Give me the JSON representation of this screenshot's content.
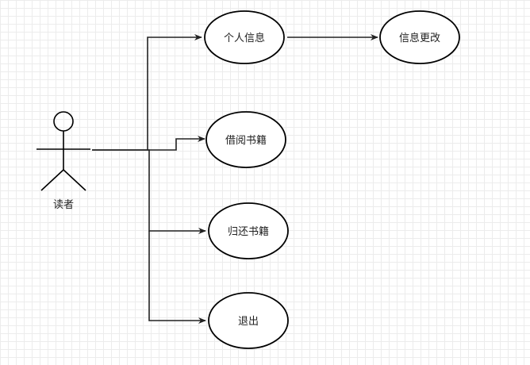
{
  "diagram": {
    "type": "use-case",
    "actor": {
      "label": "读者"
    },
    "use_cases": {
      "personal_info": "个人信息",
      "info_change": "信息更改",
      "borrow_books": "借阅书籍",
      "return_books": "归还书籍",
      "exit": "退出"
    },
    "edges": [
      {
        "from": "读者",
        "to": "个人信息"
      },
      {
        "from": "读者",
        "to": "借阅书籍"
      },
      {
        "from": "读者",
        "to": "归还书籍"
      },
      {
        "from": "读者",
        "to": "退出"
      },
      {
        "from": "个人信息",
        "to": "信息更改"
      }
    ],
    "colors": {
      "stroke": "#000000",
      "grid": "#ececec",
      "background": "#ffffff"
    }
  }
}
